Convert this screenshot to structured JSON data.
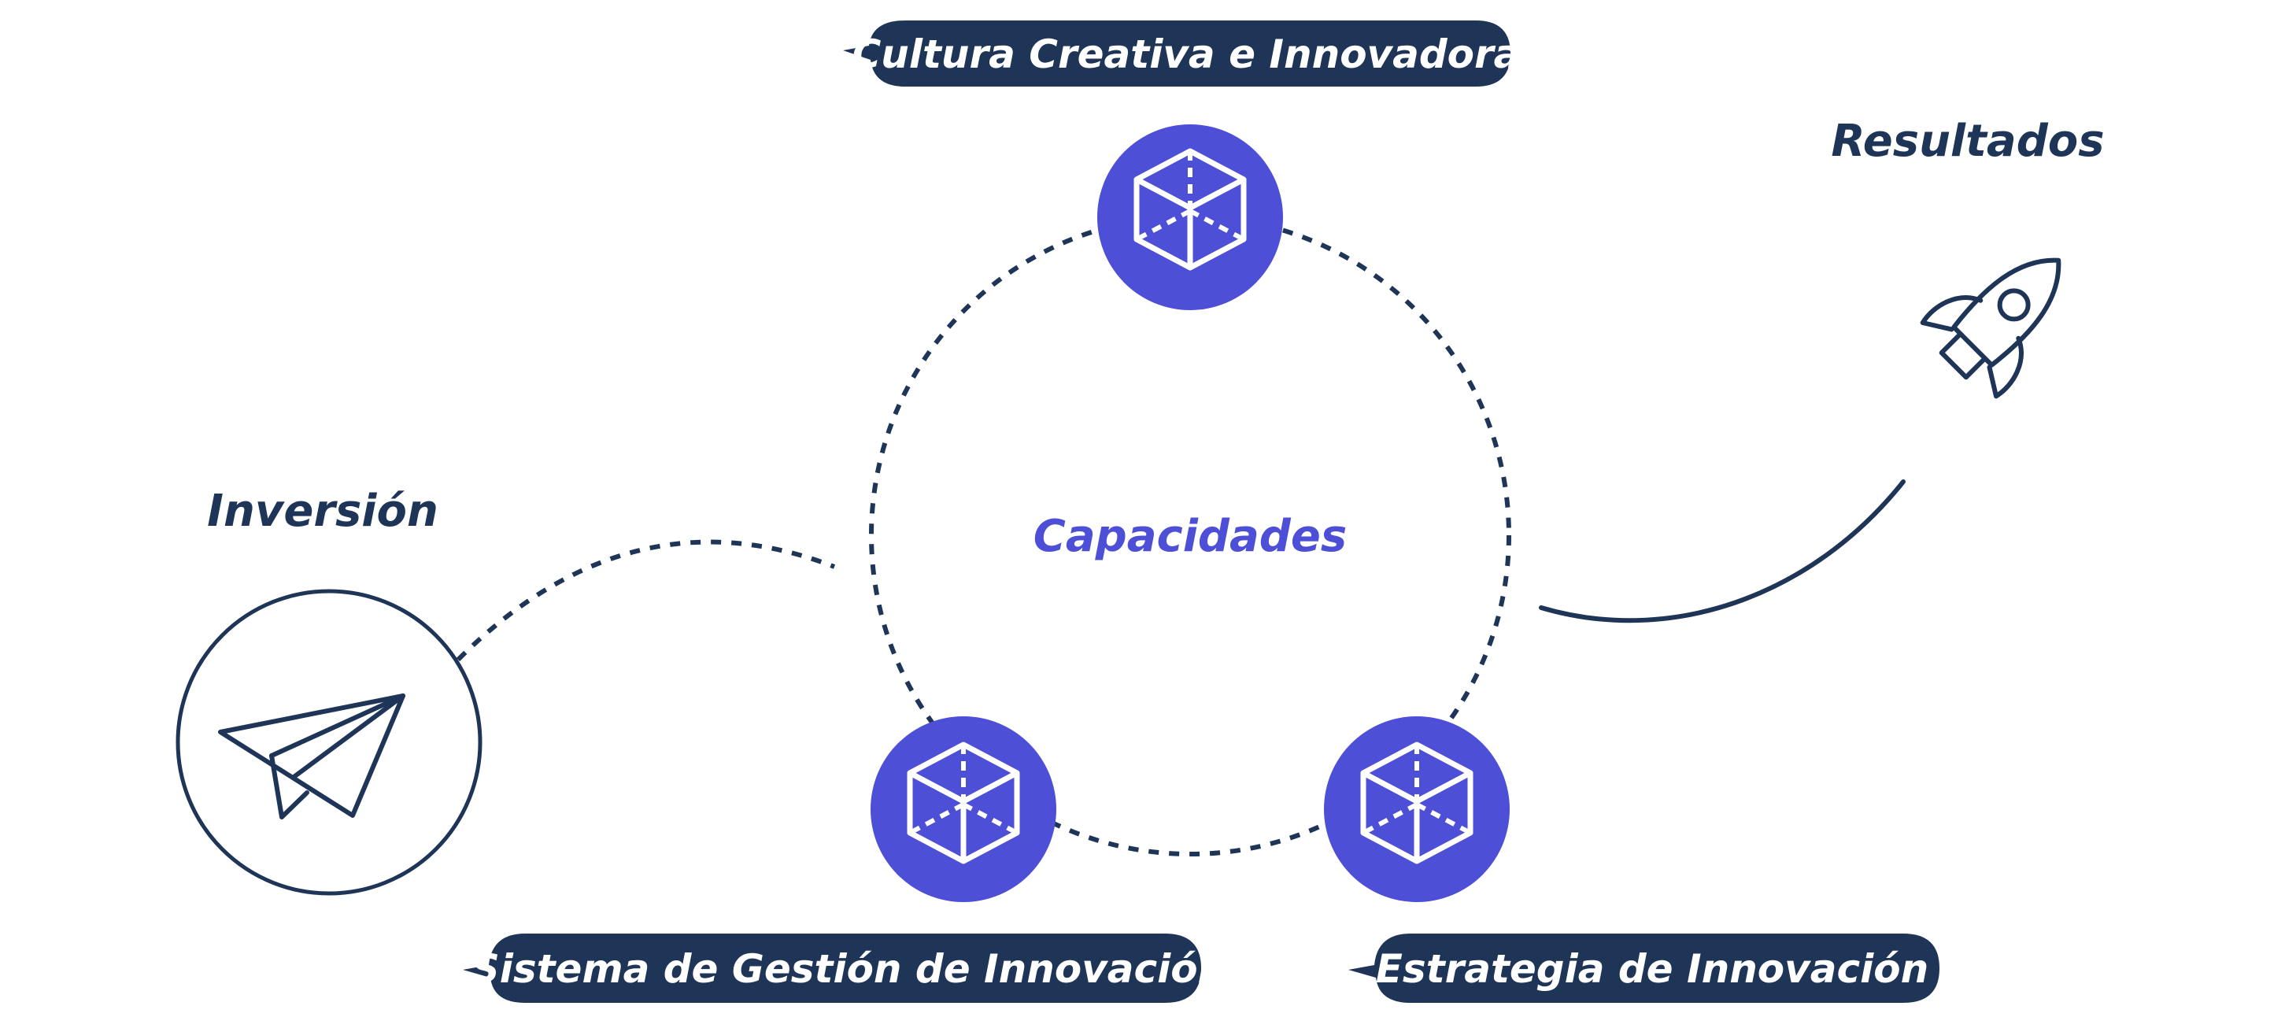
{
  "center": {
    "label": "Capacidades"
  },
  "capabilities": [
    {
      "label": "Cultura Creativa e Innovadora",
      "icon": "cube-icon"
    },
    {
      "label": "Sistema de Gestión de Innovación",
      "icon": "cube-icon"
    },
    {
      "label": "Estrategia de Innovación",
      "icon": "cube-icon"
    }
  ],
  "input": {
    "label": "Inversión",
    "icon": "paper-plane-icon"
  },
  "output": {
    "label": "Resultados",
    "icon": "rocket-icon"
  },
  "colors": {
    "navy": "#1f3558",
    "accent": "#4d4fd6",
    "background": "#ffffff"
  }
}
